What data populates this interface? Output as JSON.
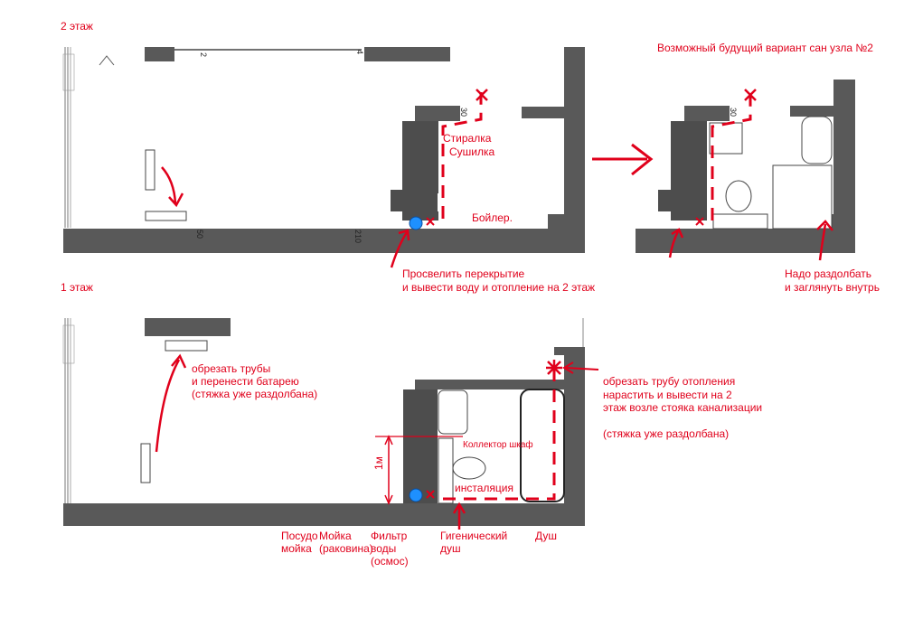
{
  "floor2": {
    "title": "2 этаж",
    "dims": [
      "2",
      "4",
      "50",
      "30",
      "210"
    ],
    "labels": {
      "washer": "Стиралка",
      "dryer": "Сушилка",
      "boiler": "Бойлер.",
      "drill1": "Просвелить перекрытие",
      "drill2": "и вывести воду и отопление на 2 этаж"
    }
  },
  "variant": {
    "title": "Возможный будущий вариант сан узла №2",
    "dims": [
      "30"
    ],
    "break1": "Надо раздолбать",
    "break2": "и заглянуть внутрь"
  },
  "floor1": {
    "title": "1 этаж",
    "note1_1": "обрезать трубы",
    "note1_2": "и перенести батарею",
    "note1_3": "(стяжка уже раздолбана)",
    "note2_1": "обрезать трубу отопления",
    "note2_2": "нарастить и вывести на 2",
    "note2_3": "этаж возле стояка канализации",
    "note2_4": "(стяжка уже раздолбана)",
    "collector": "Коллектор шкаф",
    "height": "1м",
    "install": "инсталяция",
    "bottom": {
      "dish1": "Посудо",
      "dish2": "мойка",
      "sink1": "Мойка",
      "sink2": "(раковина)",
      "filter1": "Фильтр",
      "filter2": "воды",
      "filter3": "(осмос)",
      "hyg1": "Гигенический",
      "hyg2": "душ",
      "shower": "Душ"
    }
  },
  "colors": {
    "annotation": "#e0001b",
    "wall": "#595959",
    "pipe_marker": "#1e90ff"
  }
}
